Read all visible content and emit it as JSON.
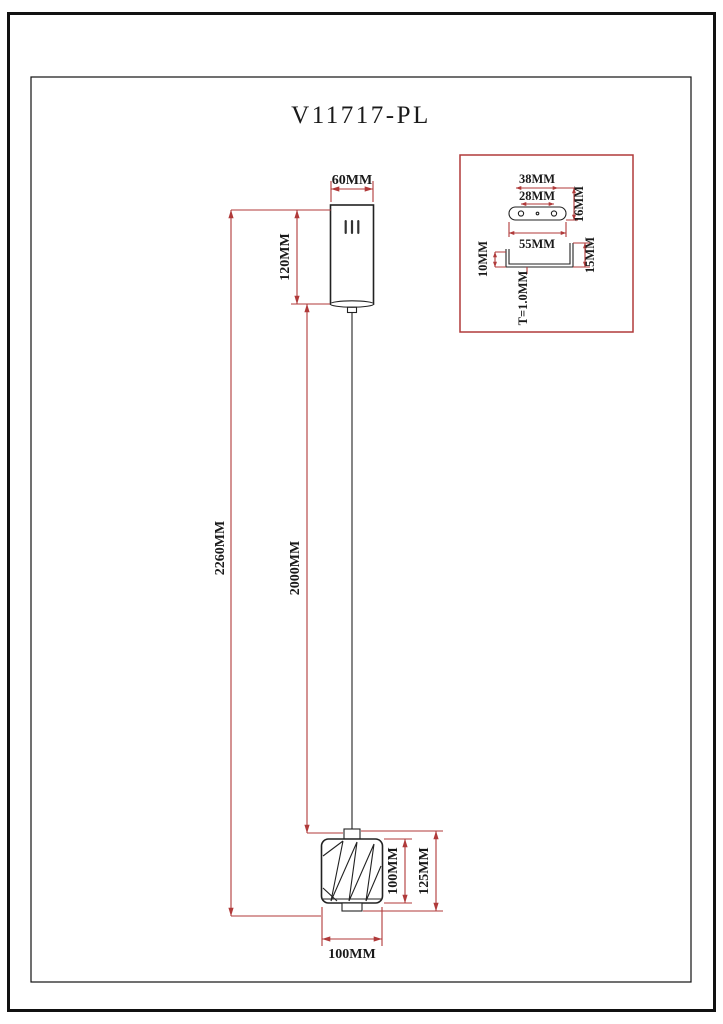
{
  "title": "V11717-PL",
  "colors": {
    "dimension_line": "#b03a3a",
    "drawing_line": "#222222",
    "label_text": "#1a1a1a",
    "border": "#111111",
    "background": "#ffffff"
  },
  "main_view": {
    "dim_canopy_width": "60MM",
    "dim_canopy_height": "120MM",
    "dim_overall_height": "2260MM",
    "dim_cord_length": "2000MM",
    "dim_shade_height": "100MM",
    "dim_shade_assembly_height": "125MM",
    "dim_shade_width": "100MM"
  },
  "detail_inset": {
    "dim_plate_width": "38MM",
    "dim_hole_spacing": "28MM",
    "dim_base_width": "55MM",
    "dim_plate_height": "16MM",
    "dim_left_height": "10MM",
    "dim_right_height": "15MM",
    "dim_thickness": "T=1.0MM"
  }
}
